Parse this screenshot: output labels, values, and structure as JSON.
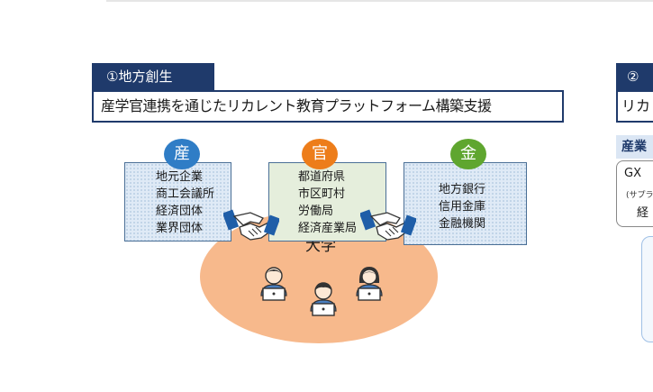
{
  "section1": {
    "tag": "①地方創生",
    "title": "産学官連携を通じたリカレント教育プラットフォーム構築支援",
    "industry": {
      "badge": "産",
      "items": [
        "地元企業",
        "商工会議所",
        "経済団体",
        "業界団体"
      ]
    },
    "government": {
      "badge": "官",
      "items": [
        "都道府県",
        "市区町村",
        "労働局",
        "経済産業局"
      ]
    },
    "finance": {
      "badge": "金",
      "items": [
        "地方銀行",
        "信用金庫",
        "金融機関"
      ]
    },
    "university": "大学"
  },
  "section2": {
    "tag": "②",
    "title": "リカレ",
    "subheading": "産業",
    "panel_line1": "GX",
    "panel_line2": "(サプラ",
    "panel_line3": "経"
  },
  "colors": {
    "navy": "#1f3a6b",
    "badge_blue": "#2f7dc6",
    "badge_orange": "#ed7d1a",
    "badge_green": "#5fa62f",
    "university_fill": "#f7b98c"
  }
}
